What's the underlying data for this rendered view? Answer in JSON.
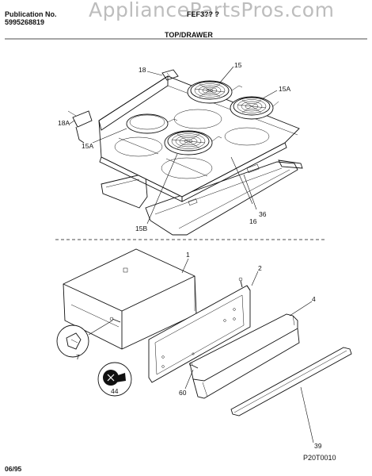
{
  "header": {
    "publication_label": "Publication No.",
    "publication_number": "5995268819",
    "model": "FEF3?? ?",
    "section": "TOP/DRAWER"
  },
  "watermark": "AppliancePartsPros.com",
  "callouts": {
    "c18": "18",
    "c15": "15",
    "c15a_right": "15A",
    "c18a": "18A",
    "c15a_left": "15A",
    "c15b": "15B",
    "c16": "16",
    "c36": "36",
    "c1": "1",
    "c2": "2",
    "c4": "4",
    "c7": "7",
    "c44": "44",
    "c60": "60",
    "c39": "39"
  },
  "figure_code": "P20T0010",
  "footer_date": "06/95"
}
